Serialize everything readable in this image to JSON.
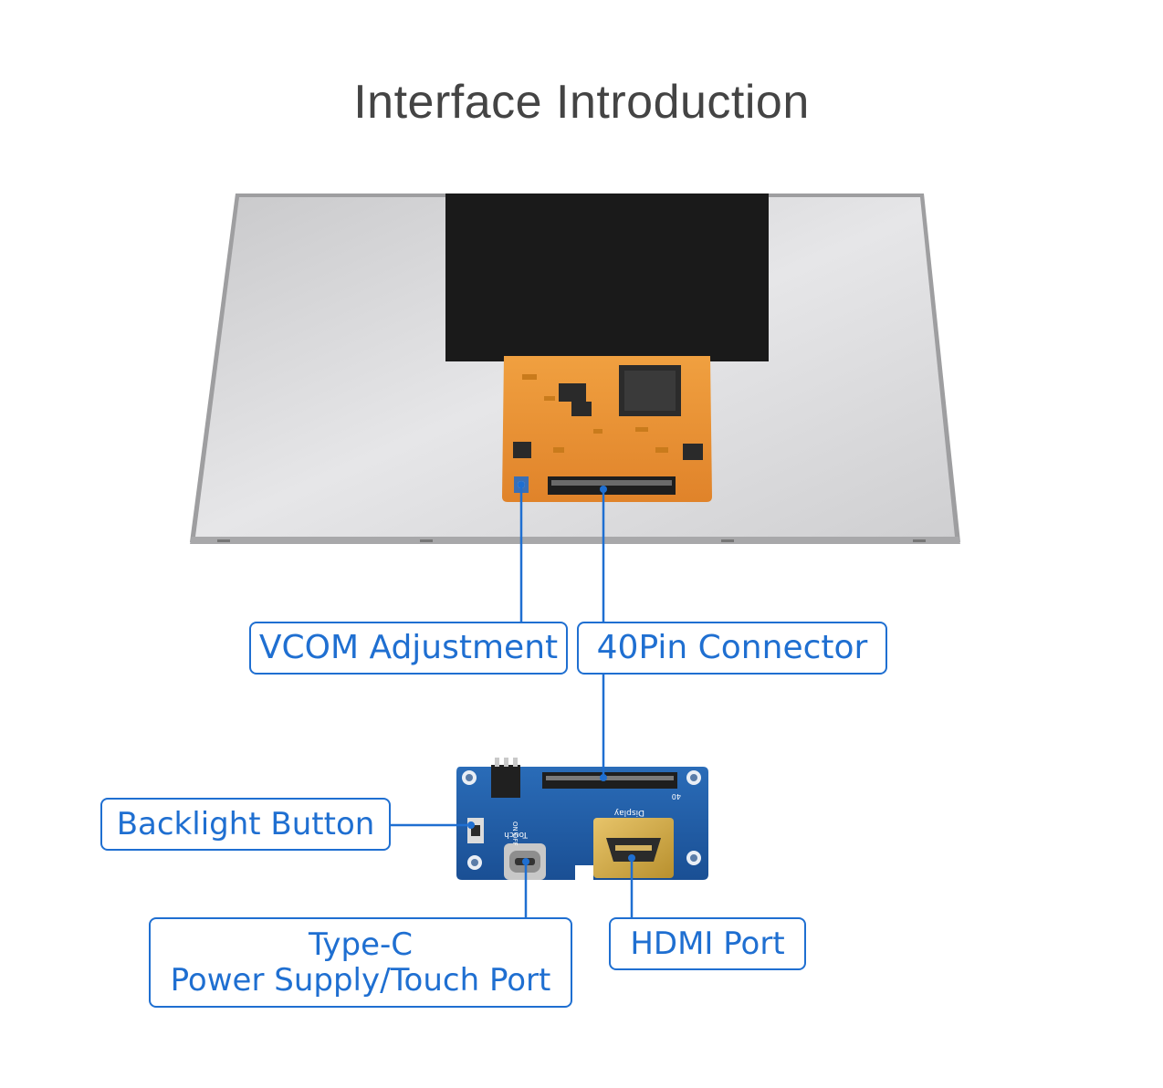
{
  "title": "Interface Introduction",
  "labels": {
    "vcom": "VCOM Adjustment",
    "pin40": "40Pin Connector",
    "backlight": "Backlight Button",
    "typec_line1": "Type-C",
    "typec_line2": "Power Supply/Touch Port",
    "hdmi": "HDMI Port"
  },
  "board_silkscreen": {
    "touch": "Touch",
    "display": "Display",
    "on_off": "ON OFF",
    "pin_number": "40"
  },
  "colors": {
    "accent": "#1f6fd1",
    "panel": "#d9d9db",
    "fpc": "#e8912f",
    "board": "#1f5fa8"
  }
}
